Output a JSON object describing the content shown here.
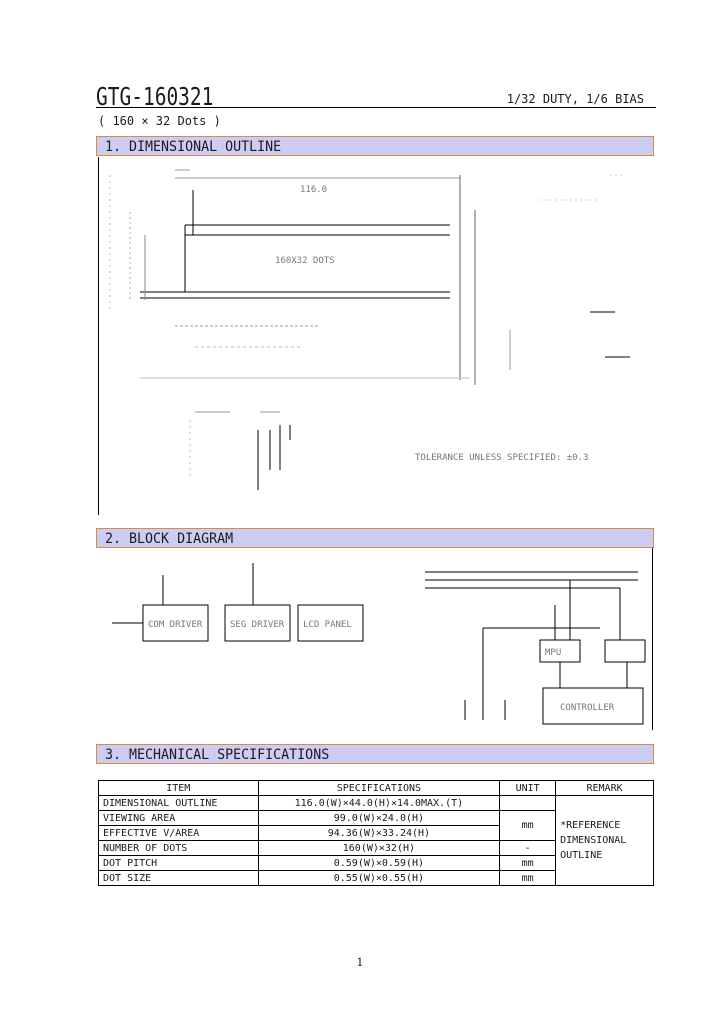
{
  "header": {
    "title": "GTG-160321",
    "duty": "1/32 DUTY, 1/6 BIAS",
    "dots": "( 160 × 32 Dots )"
  },
  "sections": {
    "outline": "1. DIMENSIONAL OUTLINE",
    "block": "2. BLOCK DIAGRAM",
    "mechanical": "3. MECHANICAL SPECIFICATIONS"
  },
  "outline": {
    "width_label": "116.0",
    "dots_label": "160X32 DOTS",
    "tolerance": "TOLERANCE UNLESS SPECIFIED: ±0.3"
  },
  "block_diagram": {
    "blocks": [
      "COM DRIVER",
      "SEG DRIVER",
      "LCD PANEL",
      "MPU",
      "CONTROLLER"
    ]
  },
  "spec_table": {
    "headers": [
      "ITEM",
      "SPECIFICATIONS",
      "UNIT",
      "REMARK"
    ],
    "rows": [
      {
        "item": "DIMENSIONAL  OUTLINE",
        "spec": "116.0(W)×44.0(H)×14.0MAX.(T)",
        "unit": ""
      },
      {
        "item": "VIEWING  AREA",
        "spec": "99.0(W)×24.0(H)",
        "unit": "mm"
      },
      {
        "item": "EFFECTIVE V/AREA",
        "spec": "94.36(W)×33.24(H)",
        "unit": ""
      },
      {
        "item": "NUMBER OF DOTS",
        "spec": "160(W)×32(H)",
        "unit": "-"
      },
      {
        "item": "DOT PITCH",
        "spec": "0.59(W)×0.59(H)",
        "unit": "mm"
      },
      {
        "item": "DOT SIZE",
        "spec": "0.55(W)×0.55(H)",
        "unit": "mm"
      }
    ],
    "remark_lines": [
      "*REFERENCE",
      "DIMENSIONAL",
      "OUTLINE"
    ]
  },
  "page_number": "1"
}
